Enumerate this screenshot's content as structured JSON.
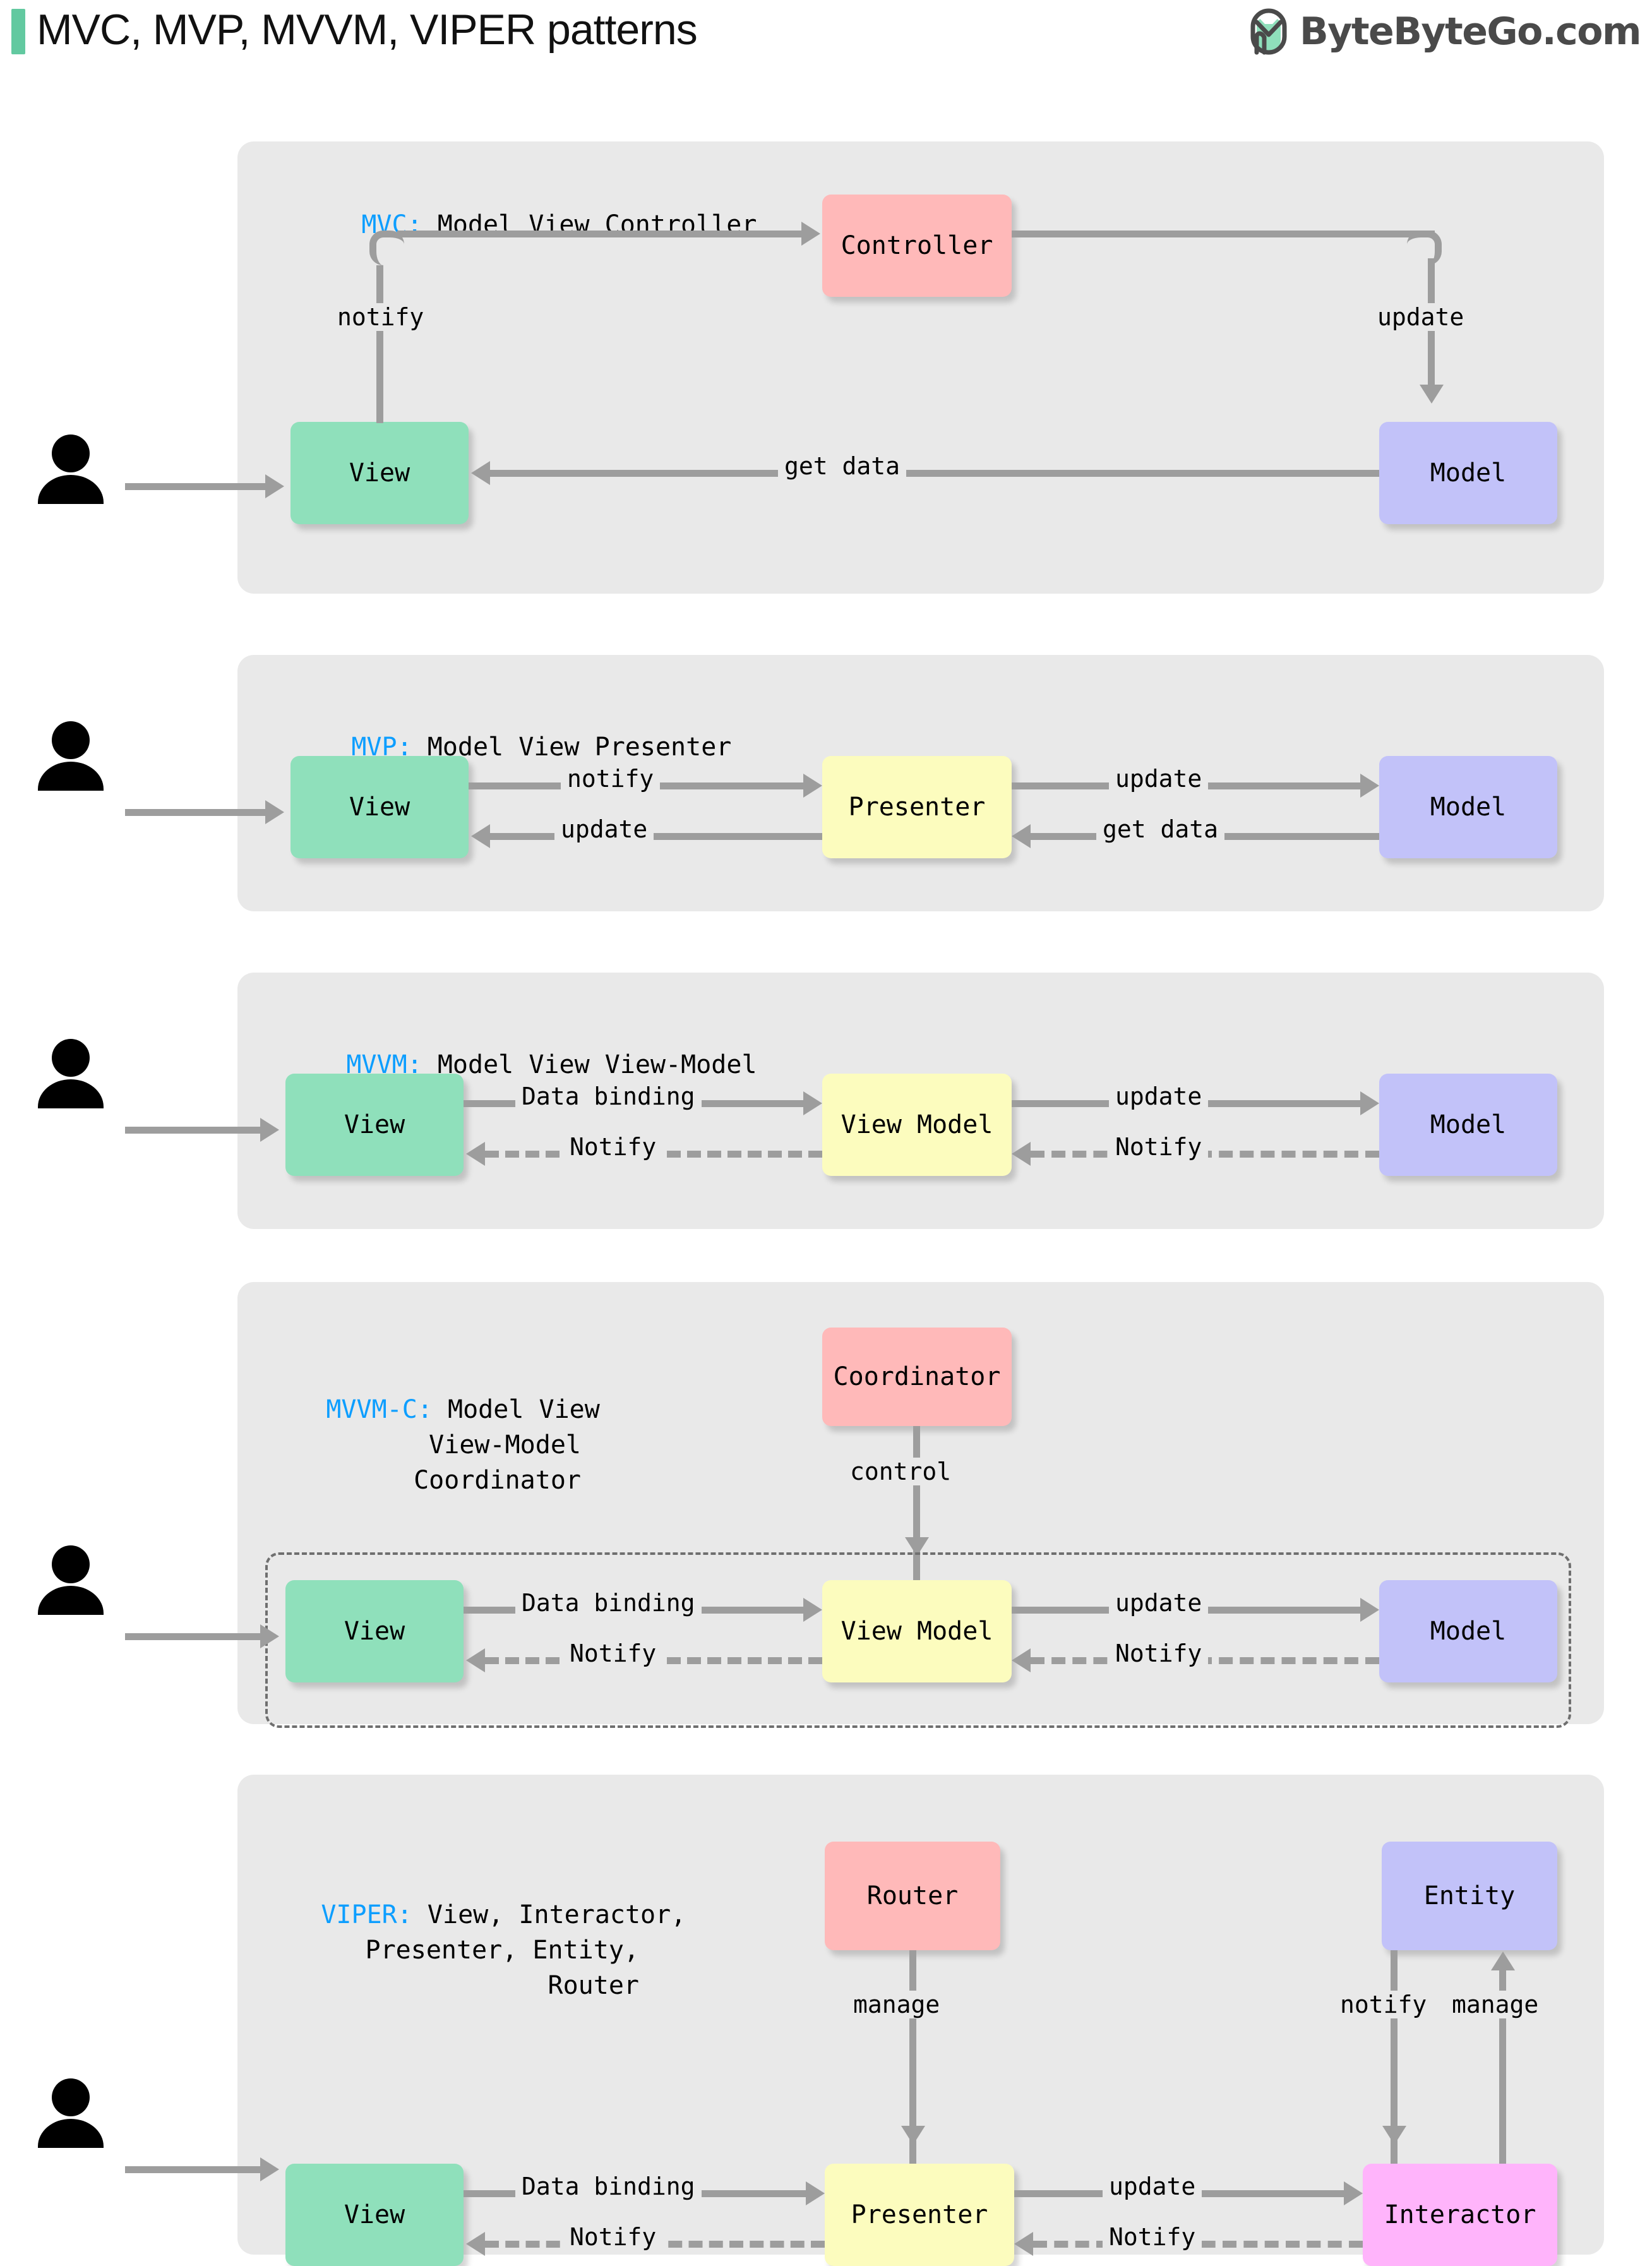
{
  "header": {
    "title": "MVC, MVP, MVVM, VIPER patterns",
    "accent_color": "#62c9a0",
    "brand_text": "ByteByteGo.com",
    "brand_icon": "bytebytego-logo-icon"
  },
  "colors": {
    "panel_bg": "#e9e9e9",
    "view": "#8fe0bb",
    "model": "#c2c2f9",
    "controller": "#ffb9b9",
    "presenter": "#fcfcbe",
    "interactor": "#ffb4fb",
    "connector": "#9d9d9d",
    "abbr_blue": "#0d9eff"
  },
  "sections": [
    {
      "abbr": "MVC:",
      "title": " Model View Controller",
      "nodes": {
        "view": "View",
        "controller": "Controller",
        "model": "Model"
      },
      "labels": {
        "notify": "notify",
        "update": "update",
        "get_data": "get data"
      }
    },
    {
      "abbr": "MVP:",
      "title": " Model View Presenter",
      "nodes": {
        "view": "View",
        "presenter": "Presenter",
        "model": "Model"
      },
      "labels": {
        "notify": "notify",
        "update_in": "update",
        "update_out": "update",
        "get_data": "get data"
      }
    },
    {
      "abbr": "MVVM:",
      "title": " Model View View-Model",
      "nodes": {
        "view": "View",
        "view_model": "View Model",
        "model": "Model"
      },
      "labels": {
        "data_binding": "Data binding",
        "update": "update",
        "notify_left": "Notify",
        "notify_right": "Notify"
      }
    },
    {
      "abbr": "MVVM-C:",
      "title": " Model View\nView-Model\nCoordinator",
      "nodes": {
        "coordinator": "Coordinator",
        "view": "View",
        "view_model": "View Model",
        "model": "Model"
      },
      "labels": {
        "control": "control",
        "data_binding": "Data binding",
        "update": "update",
        "notify_left": "Notify",
        "notify_right": "Notify"
      }
    },
    {
      "abbr": "VIPER:",
      "title": " View, Interactor,\nPresenter, Entity,\nRouter",
      "nodes": {
        "router": "Router",
        "entity": "Entity",
        "view": "View",
        "presenter": "Presenter",
        "interactor": "Interactor"
      },
      "labels": {
        "manage_router": "manage",
        "notify_entity": "notify",
        "manage_entity": "manage",
        "data_binding": "Data binding",
        "update": "update",
        "notify_left": "Notify",
        "notify_right": "Notify"
      }
    }
  ]
}
